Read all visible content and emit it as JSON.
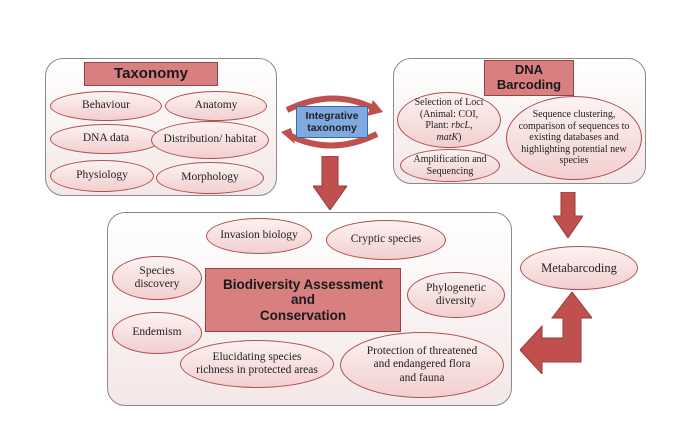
{
  "taxonomy": {
    "title": "Taxonomy",
    "items": [
      "Behaviour",
      "Anatomy",
      "DNA data",
      "Distribution/ habitat",
      "Physiology",
      "Morphology"
    ]
  },
  "integrative": {
    "label": "Integrative taxonomy"
  },
  "dna_barcoding": {
    "title_line1": "DNA",
    "title_line2": "Barcoding",
    "loci": {
      "l1": "Selection of Loci",
      "l2": "(Animal: COI,",
      "l3_pre": "Plant: ",
      "l3_em": "rbcL",
      "l3_post": ",",
      "l4_em": "matK",
      "l4_post": ")"
    },
    "amplification": "Amplification and Sequencing",
    "clustering": "Sequence clustering, comparison of sequences to existing databases and highlighting potential new species"
  },
  "metabarcoding": "Metabarcoding",
  "biodiversity": {
    "title_line1": "Biodiversity Assessment",
    "title_line2": "and",
    "title_line3": "Conservation",
    "items": {
      "invasion": "Invasion biology",
      "cryptic": "Cryptic species",
      "discovery": "Species discovery",
      "phylo": "Phylogenetic diversity",
      "endemism": "Endemism",
      "elucidating": "Elucidating species richness in protected areas",
      "protection": "Protection of threatened and endangered flora and fauna"
    }
  },
  "colors": {
    "accent": "#c0504d",
    "title_fill": "#d87f80",
    "blue": "#7fa9df",
    "oval_stroke": "#b04f51"
  }
}
